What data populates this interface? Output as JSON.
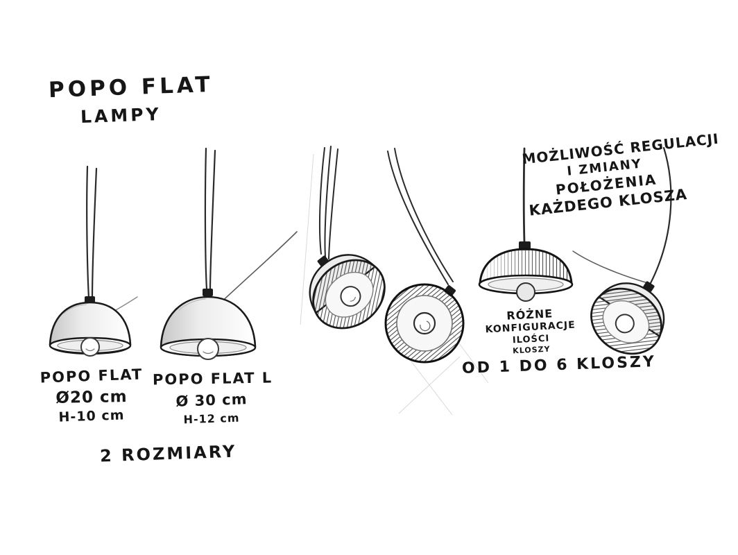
{
  "title": {
    "line1": "POPO FLAT",
    "line2": "LAMPY"
  },
  "lamps": [
    {
      "name": "POPO FLAT",
      "diameter": "Ø20 cm",
      "height": "H-10 cm"
    },
    {
      "name": "POPO FLAT L",
      "diameter": "Ø 30 cm",
      "height": "H-12 cm"
    }
  ],
  "sizes_note": "2 ROZMIARY",
  "annotations": {
    "adjustability": [
      "MOŻLIWOŚĆ REGULACJI",
      "I ZMIANY",
      "POŁOŻENIA",
      "KAŻDEGO KLOSZA"
    ],
    "configurations": [
      "RÓŻNE",
      "KONFIGURACJE",
      "ILOŚCI",
      "KLOSZY"
    ],
    "count_range": "OD 1 DO 6 KLOSZY"
  },
  "colors": {
    "ink": "#1b1b1b",
    "background": "#ffffff"
  }
}
